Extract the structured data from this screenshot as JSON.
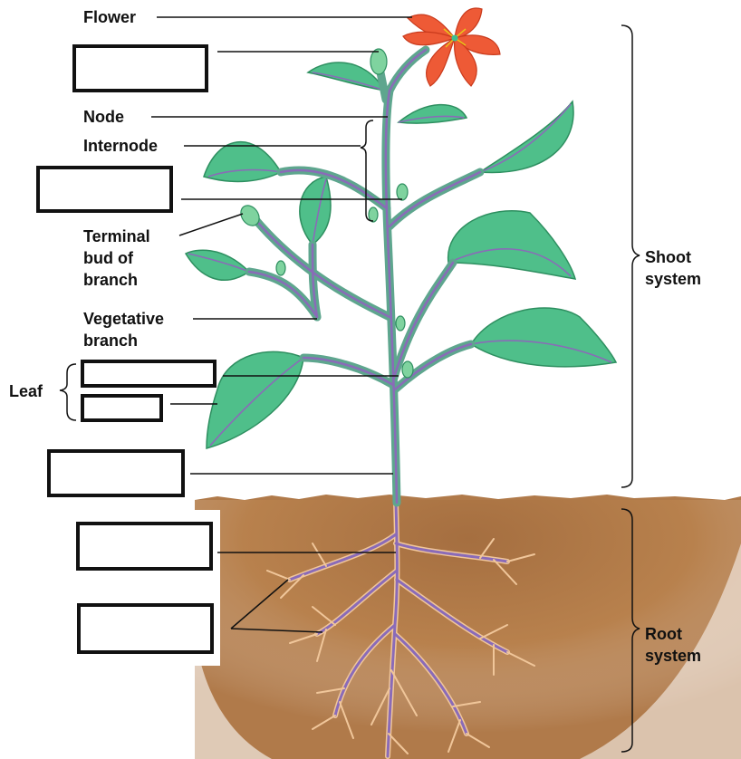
{
  "labels": {
    "flower": "Flower",
    "node": "Node",
    "internode": "Internode",
    "terminal_bud": "Terminal\nbud of\nbranch",
    "vegetative_branch": "Vegetative\nbranch",
    "leaf": "Leaf",
    "shoot_system": "Shoot\nsystem",
    "root_system": "Root\nsystem"
  },
  "blank_boxes": 7,
  "colors": {
    "leaf": "#4fbf8a",
    "leaf_dark": "#2e8f60",
    "stem": "#5ea68e",
    "vein": "#8a6bb8",
    "flower": "#ee5a36",
    "soil": "#b57a48",
    "root": "#f0c69a",
    "line": "#111111"
  }
}
